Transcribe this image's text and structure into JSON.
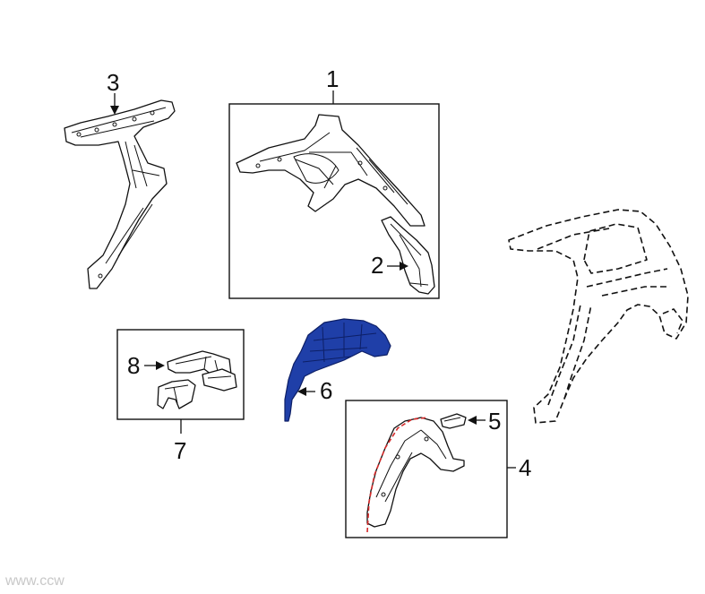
{
  "callouts": {
    "c1": "1",
    "c2": "2",
    "c3": "3",
    "c4": "4",
    "c5": "5",
    "c6": "6",
    "c7": "7",
    "c8": "8"
  },
  "watermark": "www.ccw",
  "colors": {
    "highlight_part": "#1f3fa8",
    "red_cut_line": "#d42a2a",
    "line": "#111111"
  }
}
